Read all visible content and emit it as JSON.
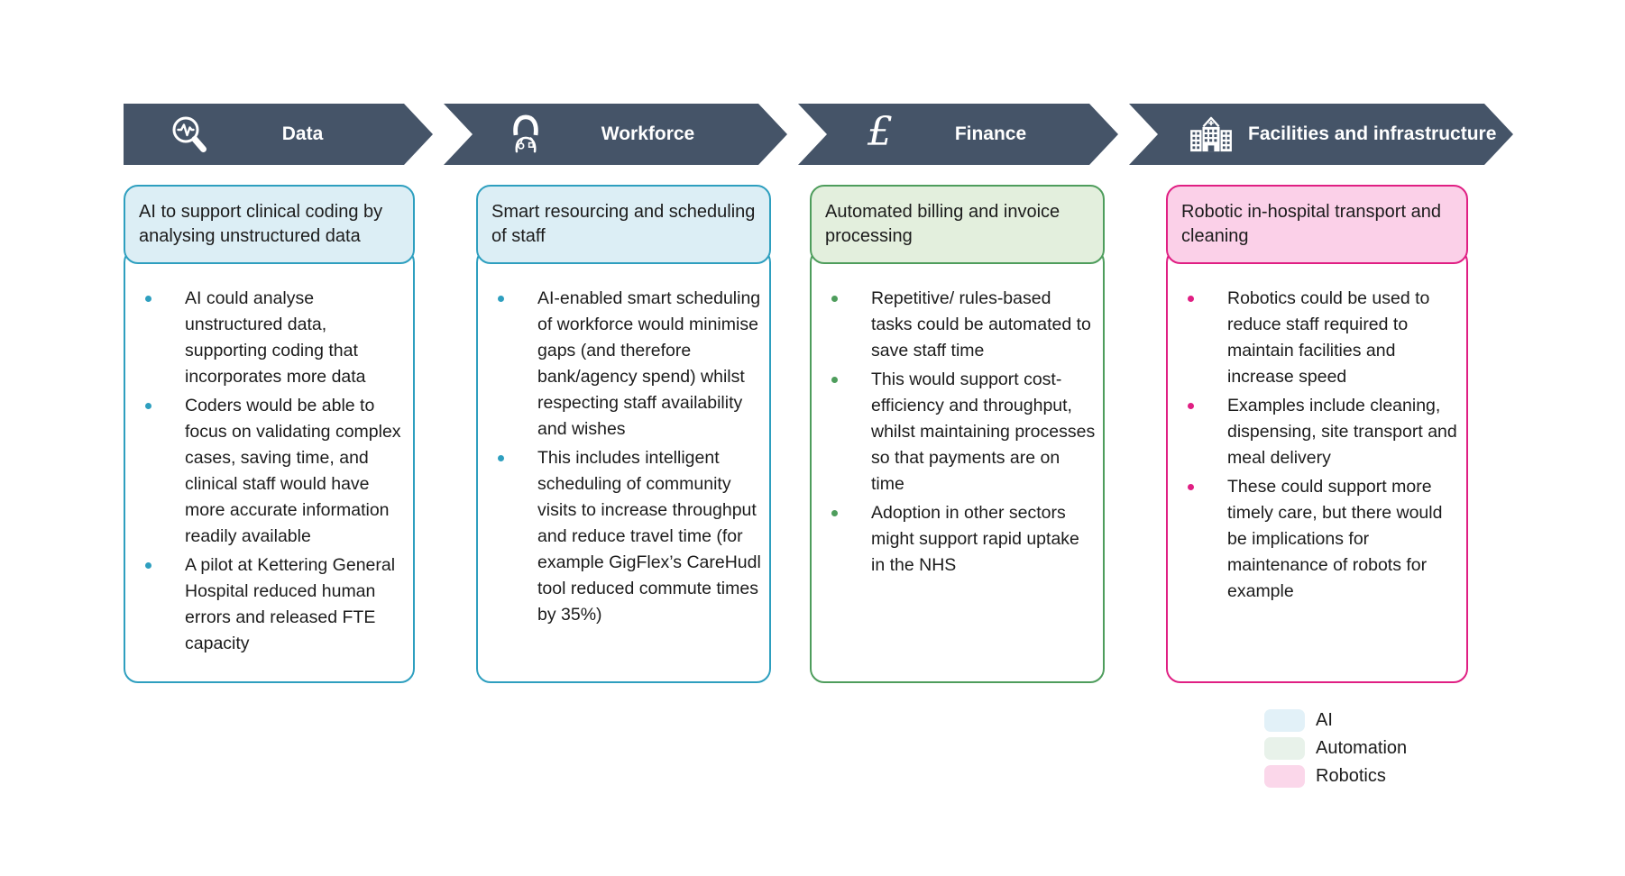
{
  "banner": {
    "background": "#455468",
    "text_color": "#ffffff",
    "segments": [
      {
        "label": "Data",
        "icon": "magnifier-pulse-icon"
      },
      {
        "label": "Workforce",
        "icon": "clinician-icon"
      },
      {
        "label": "Finance",
        "icon": "pound-icon",
        "glyph": "£"
      },
      {
        "label": "Facilities and infrastructure",
        "icon": "hospital-icon"
      }
    ]
  },
  "cards": [
    {
      "category": "AI",
      "accent": "#2E9FBF",
      "fill": "#DCEEF5",
      "title": "AI to support clinical coding by analysing unstructured data",
      "bullets": [
        "AI could analyse unstructured data, supporting coding that incorporates more data",
        "Coders would be able to focus on validating complex cases, saving time, and clinical staff would have more accurate information readily available",
        "A pilot at Kettering General Hospital reduced human errors and released FTE capacity"
      ]
    },
    {
      "category": "AI",
      "accent": "#2E9FBF",
      "fill": "#DCEEF5",
      "title": "Smart resourcing and scheduling of staff",
      "bullets": [
        "AI-enabled smart scheduling of workforce would minimise gaps (and therefore bank/agency spend) whilst respecting staff availability and wishes",
        "This includes intelligent scheduling of community visits to increase throughput and reduce travel time (for example GigFlex’s CareHudl tool reduced commute times by 35%)"
      ]
    },
    {
      "category": "Automation",
      "accent": "#4E9D5C",
      "fill": "#E3EFDD",
      "title": "Automated billing and invoice processing",
      "bullets": [
        "Repetitive/ rules-based tasks could be automated to save staff time",
        "This would support cost-efficiency and throughput, whilst maintaining processes so that payments are on time",
        "Adoption in other sectors might support rapid uptake in the NHS"
      ]
    },
    {
      "category": "Robotics",
      "accent": "#E01F83",
      "fill": "#FBD0E8",
      "title": "Robotic in-hospital transport and cleaning",
      "bullets": [
        "Robotics could be used to reduce staff required to maintain facilities and increase speed",
        "Examples include cleaning, dispensing, site transport and meal delivery",
        "These could support more timely care, but there would be implications for maintenance of robots for example"
      ]
    }
  ],
  "legend": {
    "items": [
      {
        "label": "AI",
        "color": "#E2F1F8"
      },
      {
        "label": "Automation",
        "color": "#E8F2EA"
      },
      {
        "label": "Robotics",
        "color": "#FBD7EA"
      }
    ]
  }
}
